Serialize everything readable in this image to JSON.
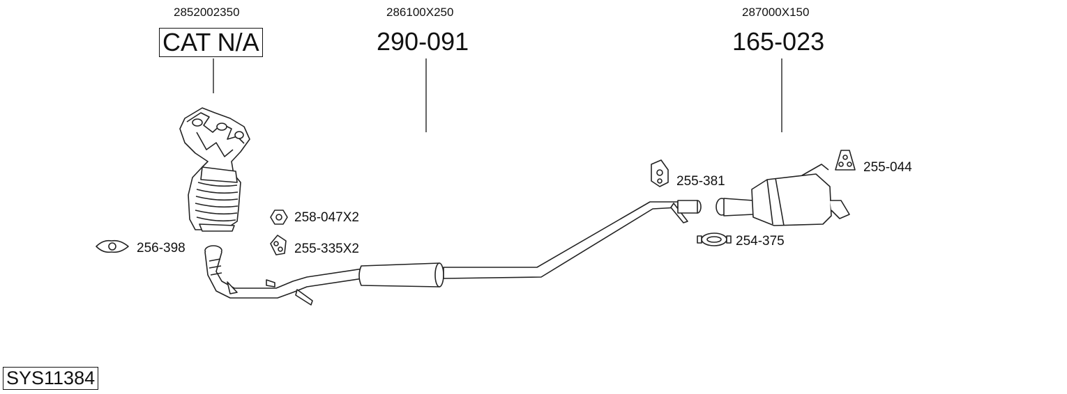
{
  "system_code": "SYS11384",
  "assemblies": [
    {
      "oem": "2852002350",
      "part_no": "CAT N/A"
    },
    {
      "oem": "286100X250",
      "part_no": "290-091"
    },
    {
      "oem": "287000X150",
      "part_no": "165-023"
    }
  ],
  "fittings": [
    {
      "part_no": "256-398",
      "icon": "flange-gasket-icon"
    },
    {
      "part_no": "258-047X2",
      "icon": "nut-icon"
    },
    {
      "part_no": "255-335X2",
      "icon": "rubber-hanger-icon"
    },
    {
      "part_no": "255-381",
      "icon": "rubber-mount-icon"
    },
    {
      "part_no": "255-044",
      "icon": "rubber-strap-icon"
    },
    {
      "part_no": "254-375",
      "icon": "pipe-clamp-icon"
    }
  ]
}
